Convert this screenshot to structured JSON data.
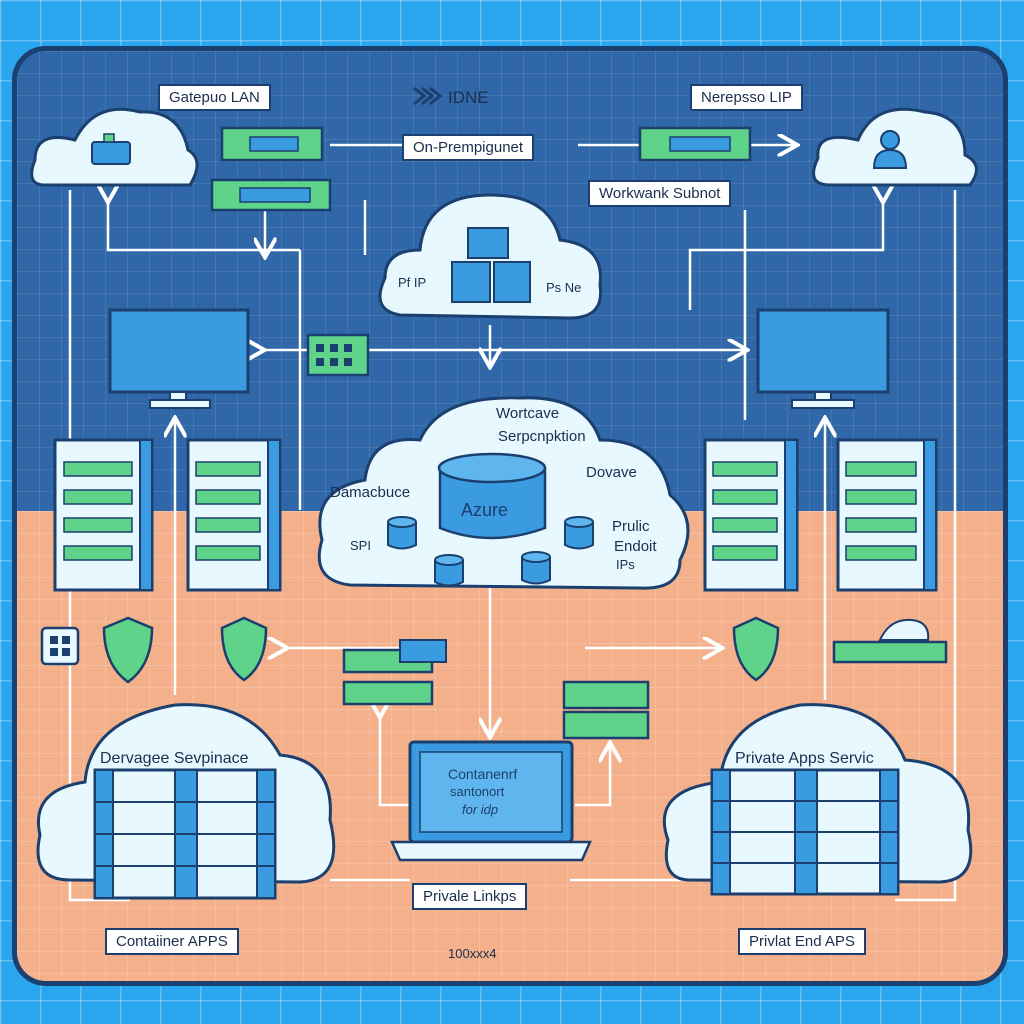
{
  "diagram": {
    "labels": {
      "gateway_lan": "Gatepuo LAN",
      "idne": "IDNE",
      "nerepsso_lip": "Nerepsso LIP",
      "on_prem_subnet": "On-Prempigunet",
      "workwank_subnet": "Workwank Subnot",
      "pf_ip": "Pf IP",
      "ps_ne": "Ps Ne",
      "wortcave": "Wortcave",
      "serpcnpktion": "Serpcnpktion",
      "damacbuce": "Damacbuce",
      "dovave": "Dovave",
      "azure": "Azure",
      "spi": "SPI",
      "prulic": "Prulic",
      "endoit": "Endoit",
      "ips": "IPs",
      "dervagee": "Dervagee Sevpinace",
      "private_apps_servic": "Private Apps Servic",
      "container_line1": "Contanenrf",
      "container_line2": "santonort",
      "container_line3": "for idp",
      "private_linkps": "Privale Linkps",
      "container_apps": "Contaiiner APPS",
      "page_size": "100xxx4",
      "private_end_aps": "Privlat End APS"
    },
    "icons": [
      "router-icon",
      "server-icon",
      "monitor-icon",
      "shield-icon",
      "database-icon",
      "laptop-icon",
      "user-icon",
      "cloud-icon"
    ],
    "colors": {
      "background": "#2aa6ee",
      "panel": "#2f67a8",
      "band": "#f3b08a",
      "outline": "#1b3f6e",
      "device_green": "#5fd38a",
      "device_blue": "#3b9be0",
      "cloud": "#e8f8ff"
    }
  }
}
